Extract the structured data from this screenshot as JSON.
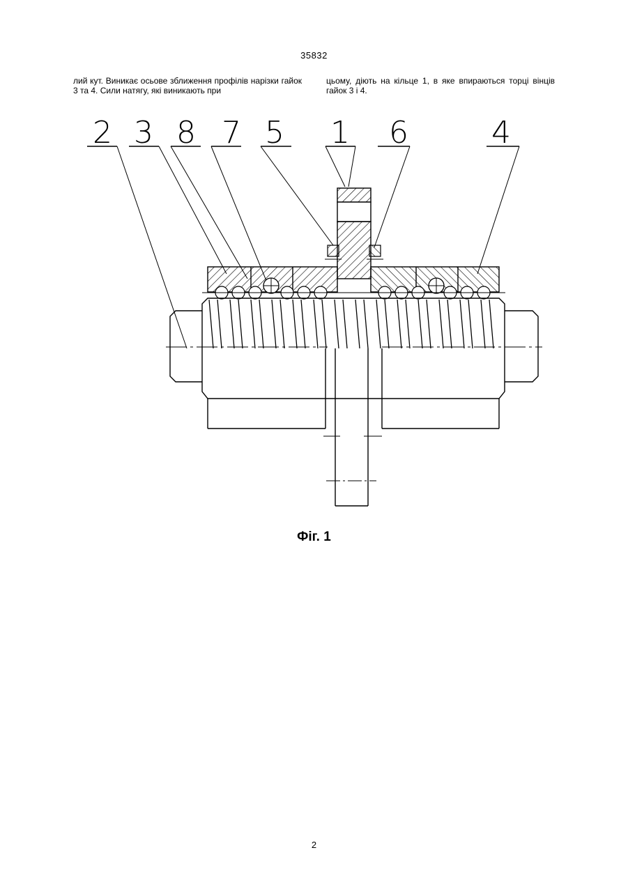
{
  "page": {
    "header_number": "35832",
    "footer_number": "2"
  },
  "text": {
    "left_column": "лий кут. Виникає осьове зближення профілів нарізки гайок 3 та 4. Сили натягу, які виникають при",
    "right_column": "цьому, діють на кільце 1, в яке впираються торці вінців гайок 3 і 4."
  },
  "figure": {
    "caption": "Фіг. 1",
    "labels": [
      "2",
      "3",
      "8",
      "7",
      "5",
      "1",
      "6",
      "4"
    ]
  }
}
